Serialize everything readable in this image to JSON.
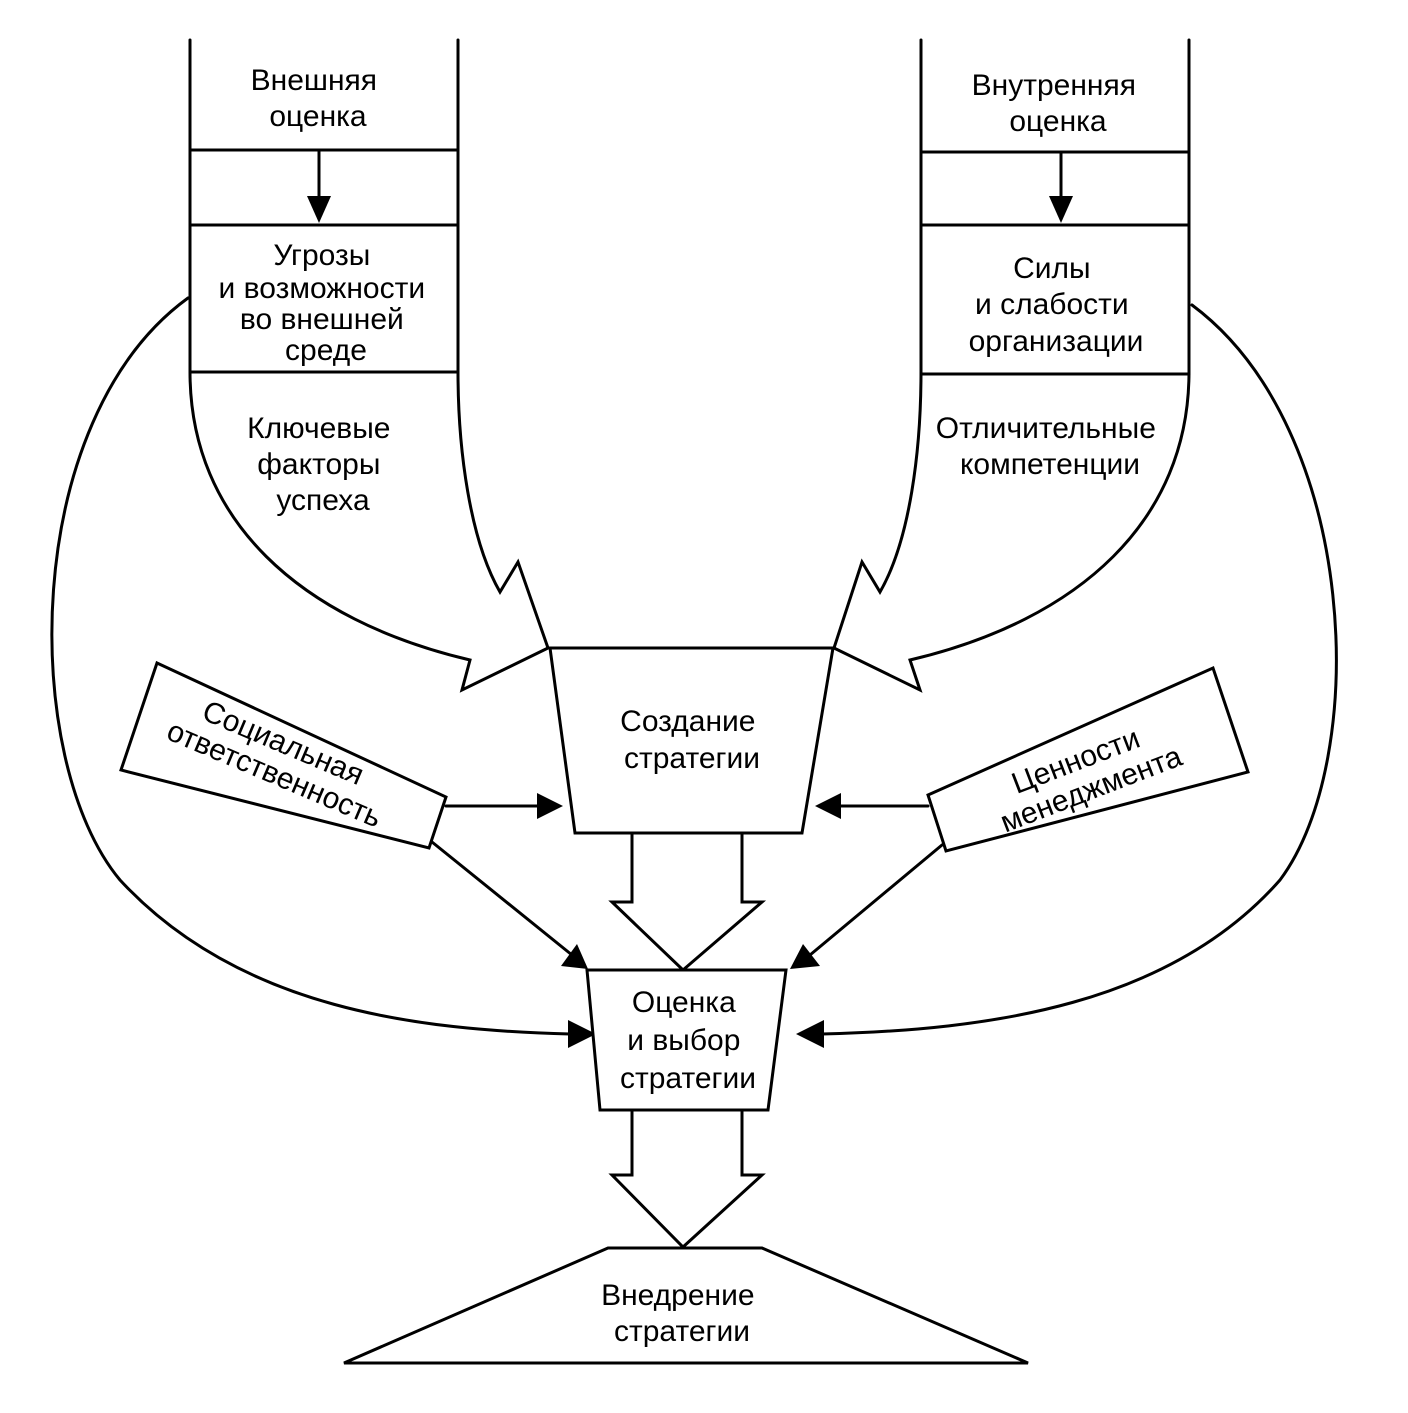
{
  "diagram": {
    "external_assessment": [
      "Внешняя",
      "оценка"
    ],
    "threats_opportunities": [
      "Угрозы",
      "и возможности",
      "во внешней",
      "среде"
    ],
    "key_success_factors": [
      "Ключевые",
      "факторы",
      "успеха"
    ],
    "internal_assessment": [
      "Внутренняя",
      "оценка"
    ],
    "strengths_weaknesses": [
      "Силы",
      "и слабости",
      "организации"
    ],
    "distinctive_competencies": [
      "Отличительные",
      "компетенции"
    ],
    "strategy_creation": [
      "Создание",
      "стратегии"
    ],
    "social_responsibility": [
      "Социальная",
      "ответственность"
    ],
    "management_values": [
      "Ценности",
      "менеджмента"
    ],
    "evaluation_choice": [
      "Оценка",
      "и выбор",
      "стратегии"
    ],
    "implementation": [
      "Внедрение",
      "стратегии"
    ]
  }
}
